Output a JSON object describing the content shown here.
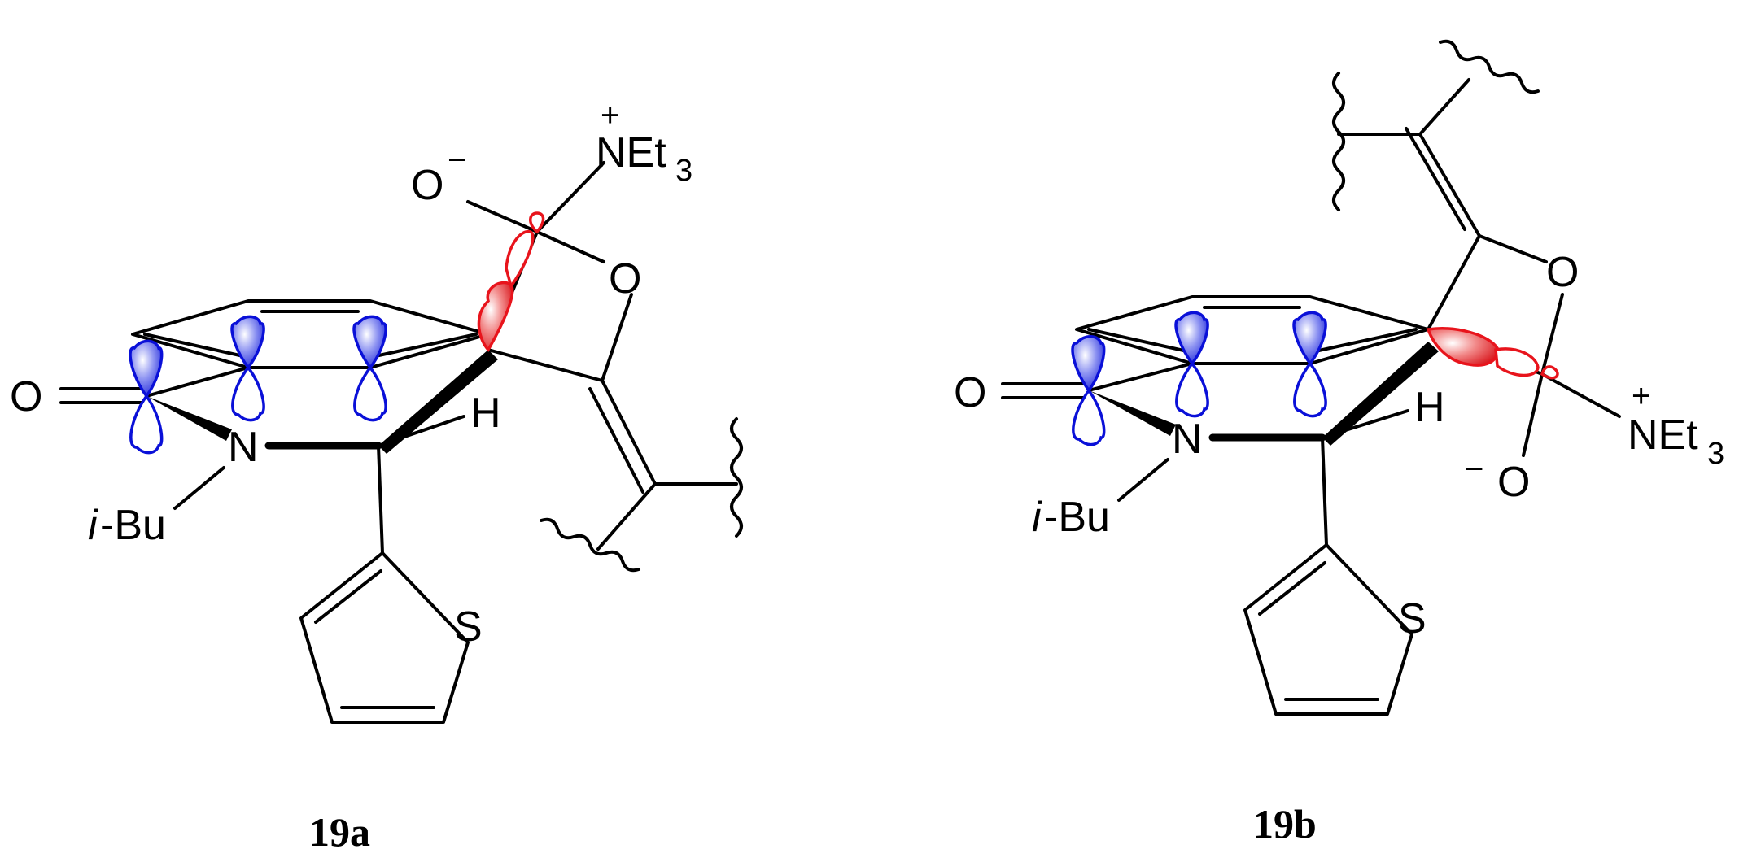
{
  "structures": [
    {
      "id": "19a",
      "caption": "19a",
      "labels": {
        "carbonyl_O": "O",
        "ring_N": "N",
        "alkyl_prefix": "i",
        "alkyl_suffix": "-Bu",
        "hydrogen": "H",
        "sulfur": "S",
        "oxide_O": "O",
        "oxide_charge": "−",
        "ring_O": "O",
        "ammonium": "NEt",
        "ammonium_sub": "3",
        "ammonium_charge": "+"
      }
    },
    {
      "id": "19b",
      "caption": "19b",
      "labels": {
        "carbonyl_O": "O",
        "ring_N": "N",
        "alkyl_prefix": "i",
        "alkyl_suffix": "-Bu",
        "hydrogen": "H",
        "sulfur": "S",
        "oxide_O": "O",
        "oxide_charge": "−",
        "ring_O": "O",
        "ammonium": "NEt",
        "ammonium_sub": "3",
        "ammonium_charge": "+"
      }
    }
  ],
  "colors": {
    "p_orbital": "#0a10d8",
    "sigma_orbital": "#e8141c",
    "bonds": "#000000"
  }
}
